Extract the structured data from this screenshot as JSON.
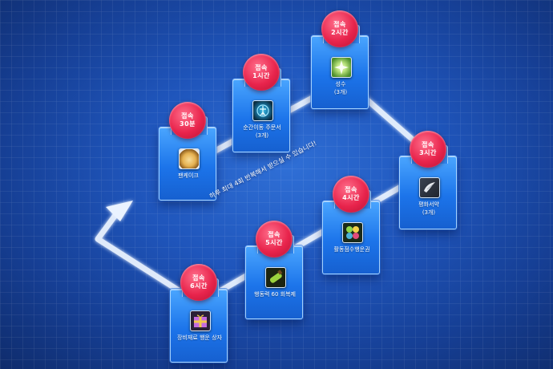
{
  "notice_text": "하루 최대 4회 반복해서 받으실 수 있습니다!",
  "rewards": [
    {
      "time_label": "접속",
      "time_value": "30분",
      "name": "팬케이크",
      "qty": "",
      "icon": "pancake-icon",
      "icon_colors": [
        "#f3d48a",
        "#c8882a"
      ]
    },
    {
      "time_label": "접속",
      "time_value": "1시간",
      "name": "순간이동 주문서",
      "qty": "(3개)",
      "icon": "teleport-scroll-icon",
      "icon_colors": [
        "#1b7fae",
        "#0b2f44"
      ]
    },
    {
      "time_label": "접속",
      "time_value": "2시간",
      "name": "성수",
      "qty": "(3개)",
      "icon": "holy-water-icon",
      "icon_colors": [
        "#b8e27a",
        "#4e8f2c"
      ]
    },
    {
      "time_label": "접속",
      "time_value": "3시간",
      "name": "평화서약",
      "qty": "(3개)",
      "icon": "peace-pledge-icon",
      "icon_colors": [
        "#d9dde4",
        "#5a6270"
      ]
    },
    {
      "time_label": "접속",
      "time_value": "4시간",
      "name": "활동점수행운권",
      "qty": "",
      "icon": "activity-luck-ticket-icon",
      "icon_colors": [
        "#8fd74b",
        "#2e5f22"
      ]
    },
    {
      "time_label": "접속",
      "time_value": "5시간",
      "name": "행동력 60 회복제",
      "qty": "",
      "icon": "stamina-potion-icon",
      "icon_colors": [
        "#9bd23e",
        "#2f4a12"
      ]
    },
    {
      "time_label": "접속",
      "time_value": "6시간",
      "name": "장비재료 행운 상자",
      "qty": "",
      "icon": "equipment-luck-box-icon",
      "icon_colors": [
        "#c56be0",
        "#f2c84b"
      ]
    }
  ],
  "colors": {
    "badge": "#e8244c",
    "card": "#1c74ea",
    "track": "#ffffff"
  }
}
